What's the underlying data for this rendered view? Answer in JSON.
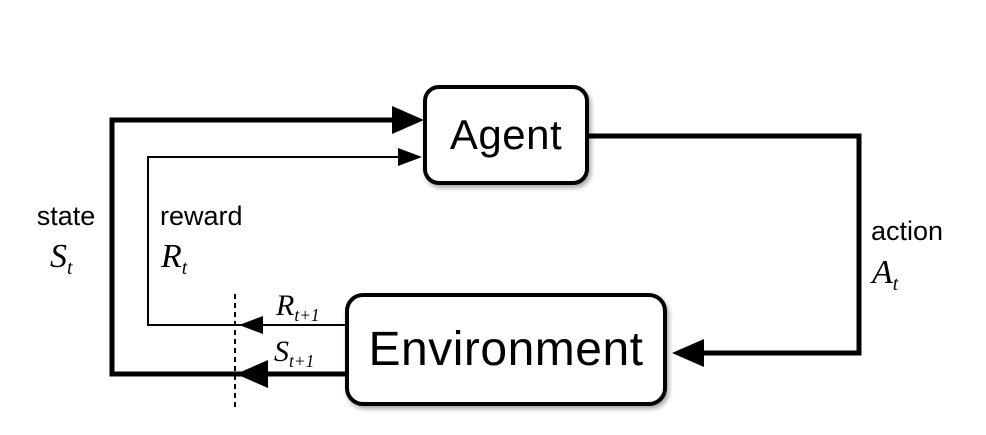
{
  "boxes": {
    "agent": "Agent",
    "environment": "Environment"
  },
  "labels": {
    "state": {
      "word": "state",
      "symbol": "S",
      "sub": "t"
    },
    "reward": {
      "word": "reward",
      "symbol": "R",
      "sub": "t"
    },
    "action": {
      "word": "action",
      "symbol": "A",
      "sub": "t"
    },
    "next_reward": {
      "symbol": "R",
      "sub": "t+1"
    },
    "next_state": {
      "symbol": "S",
      "sub": "t+1"
    }
  },
  "colors": {
    "line": "#000000",
    "box_border": "#000000",
    "box_fill": "#ffffff",
    "background": "#ffffff"
  }
}
